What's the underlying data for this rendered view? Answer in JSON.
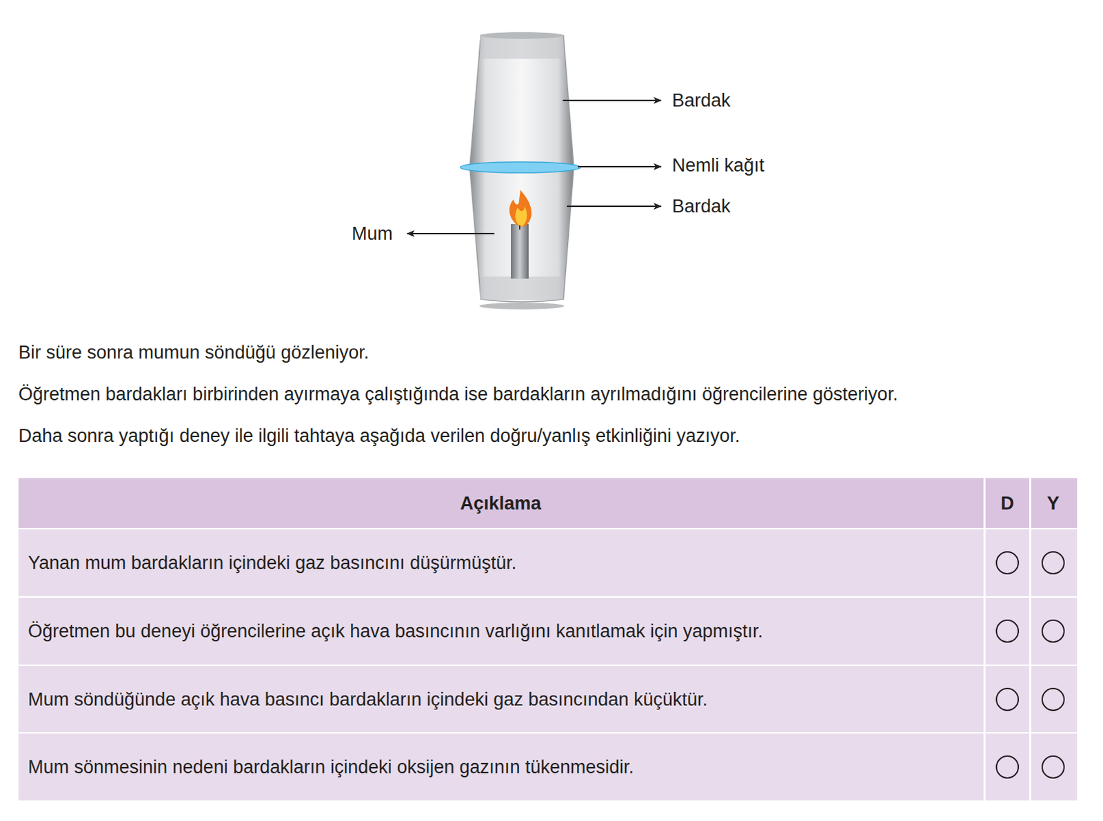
{
  "diagram": {
    "labels": [
      "Bardak",
      "Nemli kağıt",
      "Bardak",
      "Mum",
      "Bir süre sonra mumun söndüğü gözleniyor.",
      "Öğretmen bardakları birbirinden ayırmaya çalıştığında ise bardakların ayrılmadığını öğrencilerine gösteriyor.",
      "Daha sonra yaptığı deney ile ilgili tahtaya aşağıda verilen doğru/yanlış etkinliğini yazıyor.",
      "Açıklama",
      "D",
      "Y",
      "Yanan mum bardakların içindeki gaz basıncını düşürmüştür.",
      "Öğretmen bu deneyi öğrencilerine açık hava basıncının varlığını kanıtlamak için yapmıştır.",
      "Mum söndüğünde açık hava basıncı bardakların içindeki gaz basıncından küçüktür.",
      "Mum sönmesinin nedeni bardakların içindeki oksijen gazının tükenmesidir."
    ]
  }
}
